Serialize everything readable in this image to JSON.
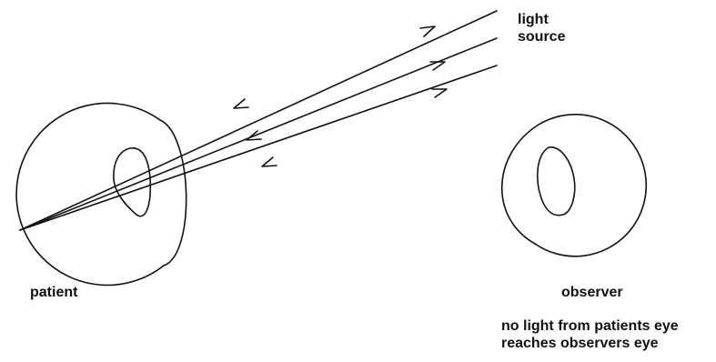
{
  "labels": {
    "light_source_line1": "light",
    "light_source_line2": "source",
    "patient": "patient",
    "observer": "observer",
    "note_line1": "no light from patients eye",
    "note_line2": "reaches observers eye"
  }
}
